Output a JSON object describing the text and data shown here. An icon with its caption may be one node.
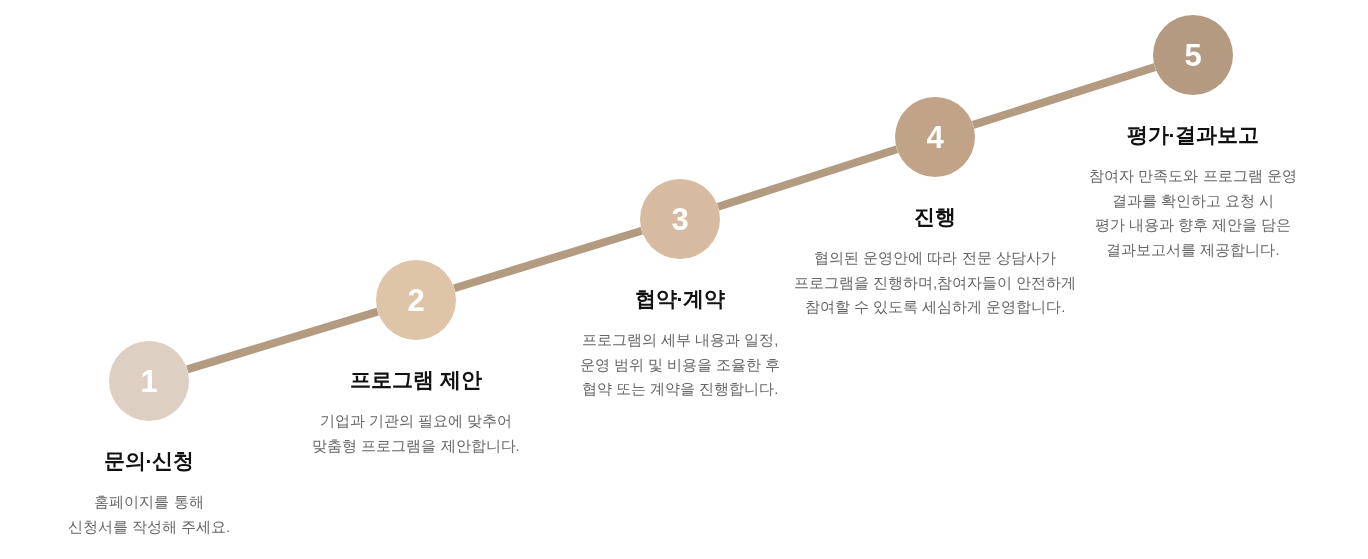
{
  "diagram": {
    "nodes": [
      {
        "text": [
          "1"
        ],
        "beside": [
          "문의·신청",
          "홈페이지를 통해 신청서를 작성해 주세요."
        ]
      },
      {
        "text": [
          "2"
        ],
        "beside": [
          "프로그램 제안",
          "기업과 기관의 필요에 맞추어 맞춤형 프로그램을 제안합니다."
        ]
      },
      {
        "text": [
          "3"
        ],
        "beside": [
          "협약·계약",
          "프로그램의 세부 내용과 일정, 운영 범위 및 비용을 조율한 후 협약 또는 계약을 진행합니다."
        ]
      },
      {
        "text": [
          "4"
        ],
        "beside": [
          "진행",
          "협의된 운영안에 따라 전문 상담사가 프로그램을 진행하며,참여자들이 안전하게 참여할 수 있도록 세심하게 운영합니다."
        ]
      },
      {
        "text": [
          "5"
        ],
        "beside": [
          "평가·결과보고",
          "참여자 만족도와 프로그램 운영 결과를 확인하고 요청 시 평가 내용과 향후 제안을 담은 결과보고서를 제공합니다."
        ]
      }
    ],
    "edges": [
      {
        "from": 0,
        "to": 1,
        "arrow": "none"
      },
      {
        "from": 1,
        "to": 2,
        "arrow": "none"
      },
      {
        "from": 2,
        "to": 3,
        "arrow": "none"
      },
      {
        "from": 3,
        "to": 4,
        "arrow": "none"
      }
    ]
  }
}
